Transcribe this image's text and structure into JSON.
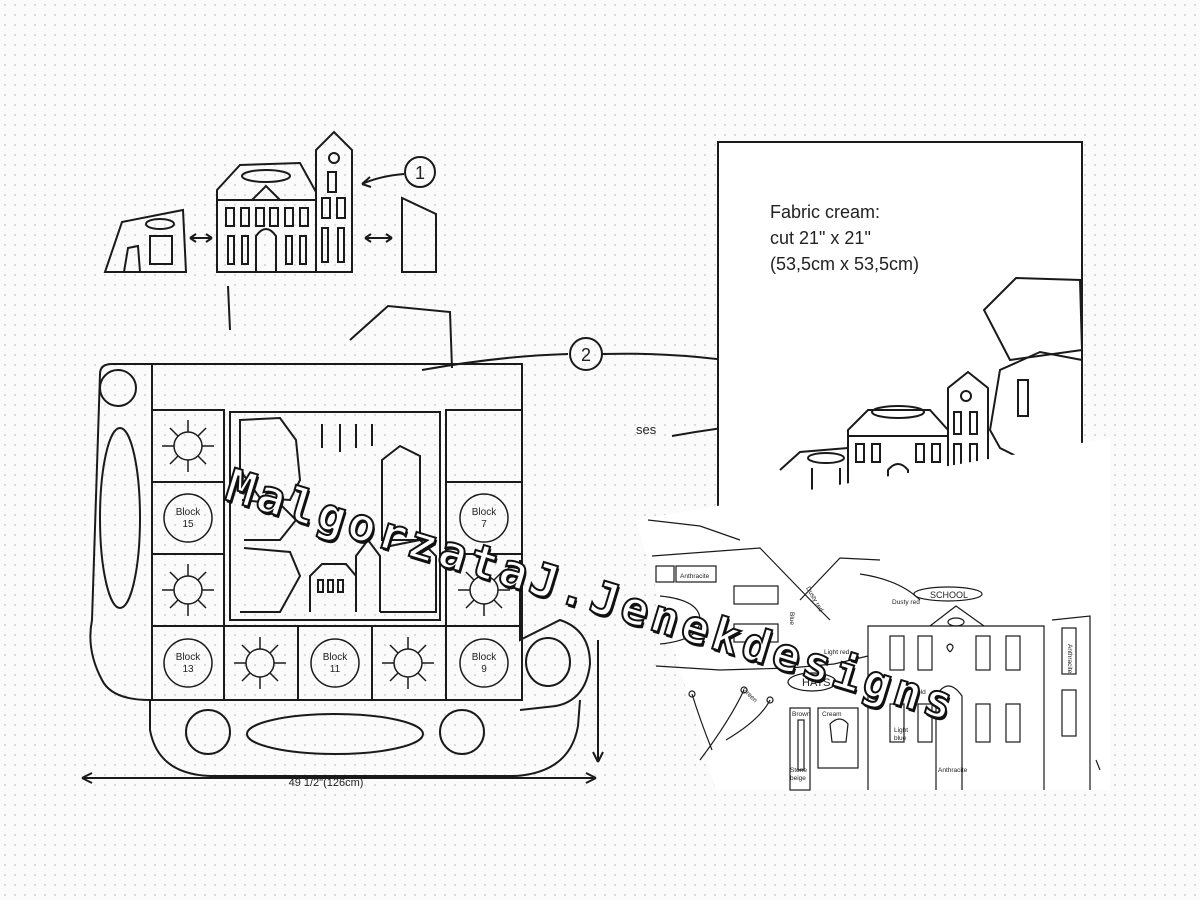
{
  "callouts": {
    "step1": "1",
    "step2": "2"
  },
  "fabric_note": {
    "line1": "Fabric cream:",
    "line2": "cut 21\" x 21\"",
    "line3": "(53,5cm x 53,5cm)"
  },
  "cut_text": "ses",
  "blocks": {
    "b15": [
      "Block",
      "15"
    ],
    "b7": [
      "Block",
      "7"
    ],
    "b13": [
      "Block",
      "13"
    ],
    "b11": [
      "Block",
      "11"
    ],
    "b9": [
      "Block",
      "9"
    ]
  },
  "dimension": "49 1/2\"(126cm)",
  "colors": {
    "anthracite1": "Anthracite",
    "dusty_red1": "Dusty red",
    "blue": "Blue",
    "dusty_red2": "Dusty red",
    "light_red": "Light red",
    "green": "Green",
    "gold": "Gold",
    "light_blue": [
      "Light",
      "blue"
    ],
    "brown": "Brown",
    "cream": "Cream",
    "stone_beige": [
      "Stone",
      "beige"
    ],
    "anthracite2": "Anthracite",
    "anthracite3": "Anthracite"
  },
  "signs": {
    "school": "SCHOOL",
    "hats": "HATS"
  },
  "watermark": "MalgorzataJ.Jenekdesigns"
}
